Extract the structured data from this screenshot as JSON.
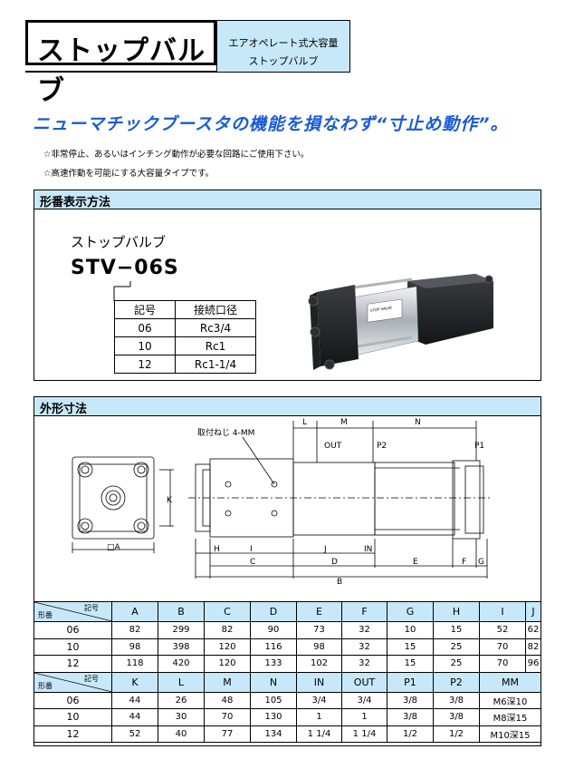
{
  "header": {
    "title": "ストップバルブ",
    "subtitle_line1": "エアオペレート式大容量",
    "subtitle_line2": "ストップバルブ"
  },
  "headline": "ニューマチックブースタの機能を損なわず“寸止め動作”。",
  "notes": [
    "☆非常停止、あるいはインチング動作が必要な回路にご使用下さい。",
    "☆高速作動を可能にする大容量タイプです。"
  ],
  "model_section": {
    "heading": "形番表示方法",
    "product_name": "ストップバルブ",
    "model_code": "STV−06S",
    "table": {
      "headers": [
        "記号",
        "接続口径"
      ],
      "rows": [
        [
          "06",
          "Rc3/4"
        ],
        [
          "10",
          "Rc1"
        ],
        [
          "12",
          "Rc1-1/4"
        ]
      ]
    },
    "photo_label": "STOP VALVE"
  },
  "dimension_section": {
    "heading": "外形寸法",
    "labels": {
      "tap": "取付ねじ 4-MM",
      "L": "L",
      "M": "M",
      "N": "N",
      "OUT": "OUT",
      "P2": "P2",
      "P1": "P1",
      "K": "K",
      "A": "□A",
      "H": "H",
      "I": "I",
      "J": "J",
      "IN": "IN",
      "C": "C",
      "D": "D",
      "E": "E",
      "F": "F",
      "G": "G",
      "B": "B"
    }
  },
  "spec_table_1": {
    "corner_top": "記号",
    "corner_bottom": "形番",
    "headers": [
      "A",
      "B",
      "C",
      "D",
      "E",
      "F",
      "G",
      "H",
      "I",
      "J"
    ],
    "rows": [
      {
        "name": "06",
        "values": [
          "82",
          "299",
          "82",
          "90",
          "73",
          "32",
          "10",
          "15",
          "52",
          "62"
        ]
      },
      {
        "name": "10",
        "values": [
          "98",
          "398",
          "120",
          "116",
          "98",
          "32",
          "15",
          "25",
          "70",
          "82"
        ]
      },
      {
        "name": "12",
        "values": [
          "118",
          "420",
          "120",
          "133",
          "102",
          "32",
          "15",
          "25",
          "70",
          "96"
        ]
      }
    ]
  },
  "spec_table_2": {
    "corner_top": "記号",
    "corner_bottom": "形番",
    "headers": [
      "K",
      "L",
      "M",
      "N",
      "IN",
      "OUT",
      "P1",
      "P2",
      "MM"
    ],
    "rows": [
      {
        "name": "06",
        "values": [
          "44",
          "26",
          "48",
          "105",
          "3/4",
          "3/4",
          "3/8",
          "3/8",
          "M6深10"
        ]
      },
      {
        "name": "10",
        "values": [
          "44",
          "30",
          "70",
          "130",
          "1",
          "1",
          "3/8",
          "3/8",
          "M8深15"
        ]
      },
      {
        "name": "12",
        "values": [
          "52",
          "40",
          "77",
          "134",
          "1 1/4",
          "1 1/4",
          "1/2",
          "1/2",
          "M10深15"
        ]
      }
    ]
  },
  "colors": {
    "accent_blue": "#1a5bd6",
    "header_fill": "#c7e8f8"
  }
}
